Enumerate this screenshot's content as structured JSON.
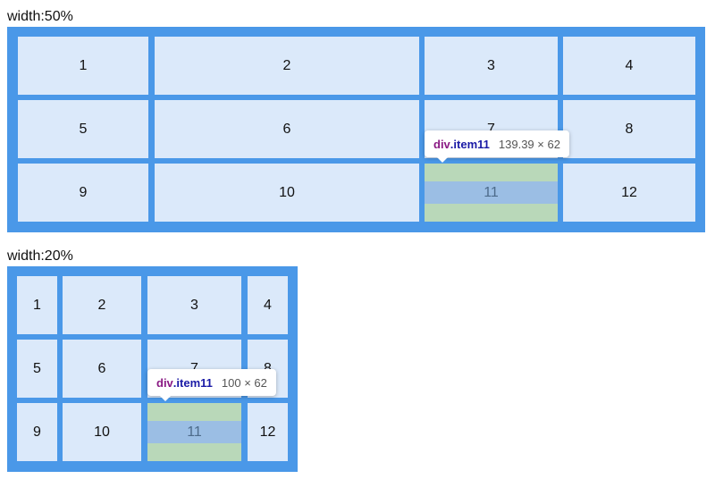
{
  "section1": {
    "label": "width:50%",
    "cells": [
      "1",
      "2",
      "3",
      "4",
      "5",
      "6",
      "7",
      "8",
      "9",
      "10",
      "11",
      "12"
    ],
    "tooltip": {
      "tag": "div",
      "class": ".item11",
      "dims": "139.39 × 62"
    }
  },
  "section2": {
    "label": "width:20%",
    "cells": [
      "1",
      "2",
      "3",
      "4",
      "5",
      "6",
      "7",
      "8",
      "9",
      "10",
      "11",
      "12"
    ],
    "tooltip": {
      "tag": "div",
      "class": ".item11",
      "dims": "100 × 62"
    }
  },
  "colors": {
    "grid_border": "#4a98e8",
    "cell_bg": "#dbe9fa",
    "highlight_padding": "#b9d8b9",
    "highlight_content": "#9bbee4"
  }
}
